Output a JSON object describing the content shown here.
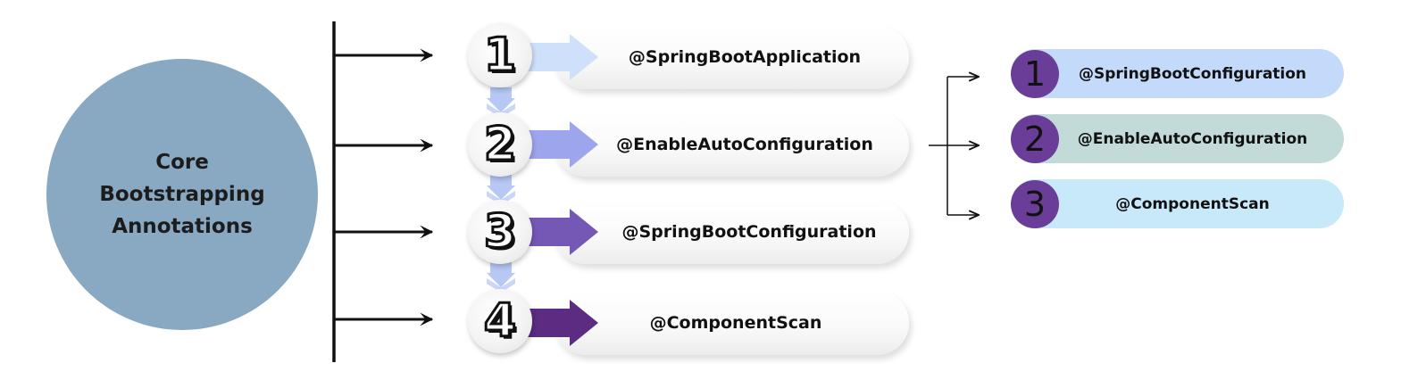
{
  "core": {
    "title": "Core Bootstrapping Annotations"
  },
  "steps": [
    {
      "number": "1",
      "label": "@SpringBootApplication",
      "arrow_color": "#cfe0fa"
    },
    {
      "number": "2",
      "label": "@EnableAutoConfiguration",
      "arrow_color": "#9da6ec"
    },
    {
      "number": "3",
      "label": "@SpringBootConfiguration",
      "arrow_color": "#7557b6"
    },
    {
      "number": "4",
      "label": "@ComponentScan",
      "arrow_color": "#5b2c82"
    }
  ],
  "details": [
    {
      "number": "1",
      "label": "@SpringBootConfiguration",
      "bg": "#c4dafa"
    },
    {
      "number": "2",
      "label": "@EnableAutoConfiguration",
      "bg": "#c3dbd8"
    },
    {
      "number": "3",
      "label": "@ComponentScan",
      "bg": "#c8e9fa"
    }
  ],
  "colors": {
    "core_circle": "#89a8c2",
    "legend_badge": "#6a3d98",
    "chevron": "#b7c8f5",
    "line": "#111111"
  }
}
